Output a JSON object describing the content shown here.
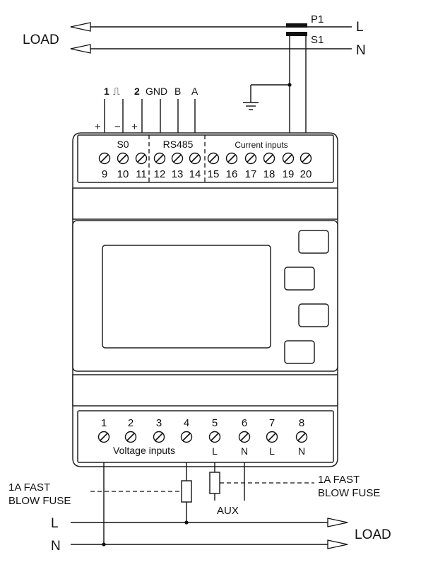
{
  "top": {
    "load_label": "LOAD",
    "line_l": "L",
    "line_n": "N",
    "ct_p1": "P1",
    "ct_s1": "S1"
  },
  "s0_pins": {
    "pin1": "1",
    "pin2": "2",
    "pulse_symbol": "⎍",
    "plus_a": "+",
    "minus": "−",
    "plus_b": "+",
    "gnd": "GND",
    "b": "B",
    "a": "A"
  },
  "top_block": {
    "s0": "S0",
    "rs485": "RS485",
    "current_inputs": "Current inputs",
    "terminals": [
      "9",
      "10",
      "11",
      "12",
      "13",
      "14",
      "15",
      "16",
      "17",
      "18",
      "19",
      "20"
    ]
  },
  "bottom_block": {
    "terminals": [
      "1",
      "2",
      "3",
      "4",
      "5",
      "6",
      "7",
      "8"
    ],
    "voltage_inputs": "Voltage inputs",
    "sub_labels": [
      "L",
      "N",
      "L",
      "N"
    ]
  },
  "bottom": {
    "fuse_left_line1": "1A FAST",
    "fuse_left_line2": "BLOW FUSE",
    "fuse_right_line1": "1A FAST",
    "fuse_right_line2": "BLOW FUSE",
    "aux": "AUX",
    "line_l": "L",
    "line_n": "N",
    "load_label": "LOAD"
  },
  "colors": {
    "line": "#111111",
    "background": "#ffffff"
  }
}
